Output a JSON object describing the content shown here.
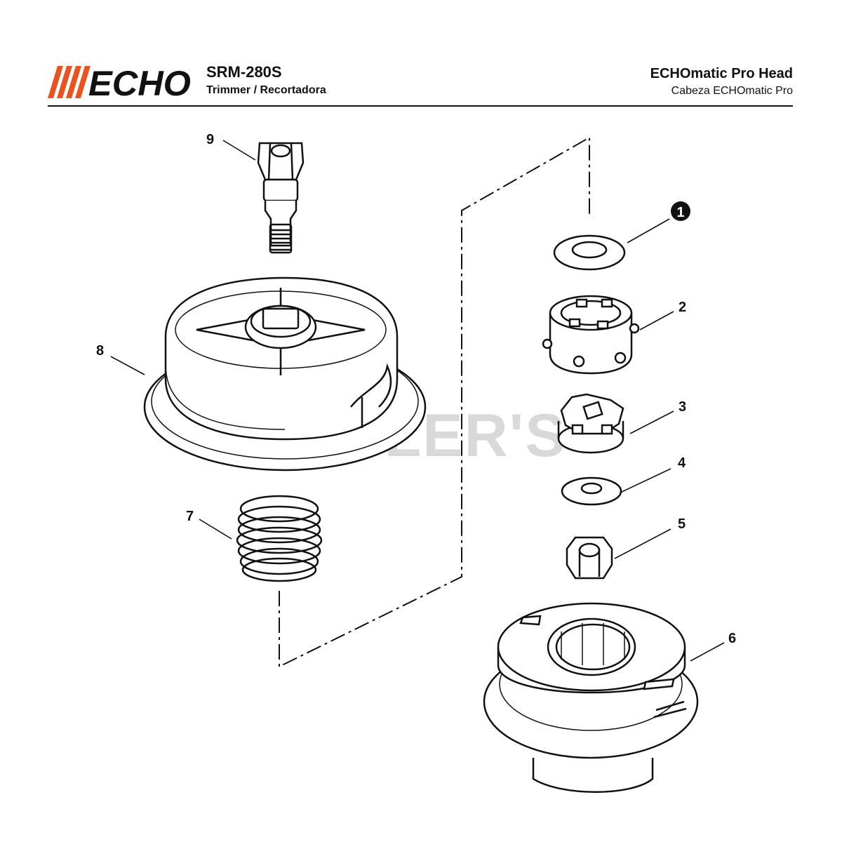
{
  "brand": {
    "logo_text": "ECHO"
  },
  "header": {
    "model": "SRM-280S",
    "model_type": "Trimmer / Recortadora",
    "section_title": "ECHOmatic Pro Head",
    "section_title_es": "Cabeza ECHOmatic Pro"
  },
  "watermark": "CUTLER'S",
  "callouts": {
    "c1": "1",
    "c2": "2",
    "c3": "3",
    "c4": "4",
    "c5": "5",
    "c6": "6",
    "c7": "7",
    "c8": "8",
    "c9": "9"
  },
  "colors": {
    "logo_stripes": "#e8531f",
    "ink": "#111111",
    "watermark": "#d9d9d9"
  }
}
